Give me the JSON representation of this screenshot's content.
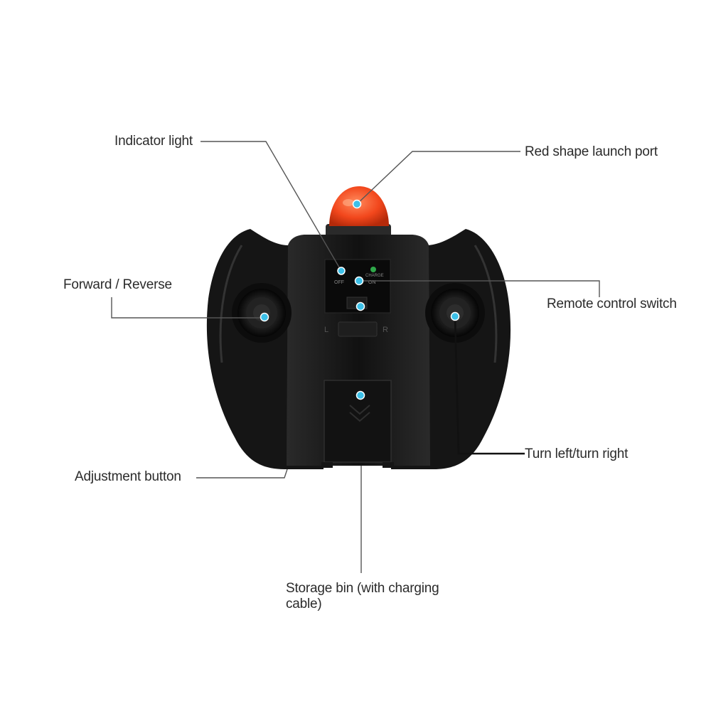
{
  "labels": {
    "indicator_light": "Indicator light",
    "launch_port": "Red shape launch port",
    "forward_reverse": "Forward / Reverse",
    "remote_switch": "Remote control switch",
    "turn": "Turn left/turn right",
    "adjustment": "Adjustment button",
    "storage_bin": "Storage bin (with charging cable)"
  },
  "device": {
    "switch_left": "OFF",
    "switch_right": "ON",
    "charge_label": "CHARGE",
    "trim_left": "L",
    "trim_right": "R"
  },
  "colors": {
    "body": "#1a1a1a",
    "port": "#f2471c",
    "marker": "#3cc0e8",
    "leader": "#555555"
  }
}
